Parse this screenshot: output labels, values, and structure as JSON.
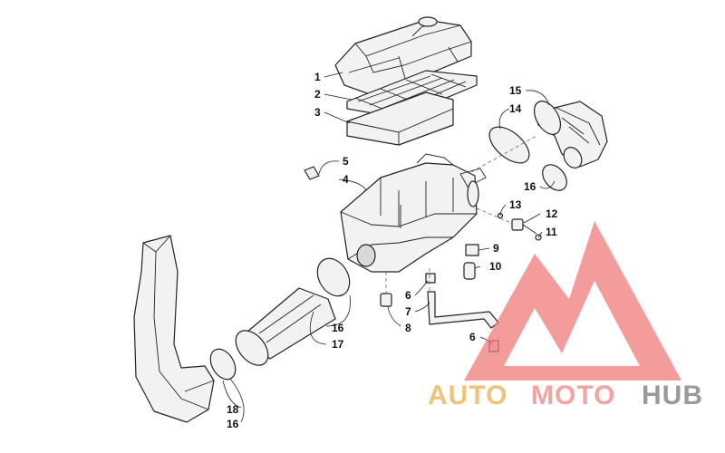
{
  "callouts": [
    {
      "id": "c1",
      "label": "1"
    },
    {
      "id": "c2",
      "label": "2"
    },
    {
      "id": "c3",
      "label": "3"
    },
    {
      "id": "c4",
      "label": "4"
    },
    {
      "id": "c5",
      "label": "5"
    },
    {
      "id": "c6a",
      "label": "6"
    },
    {
      "id": "c6b",
      "label": "6"
    },
    {
      "id": "c7",
      "label": "7"
    },
    {
      "id": "c8",
      "label": "8"
    },
    {
      "id": "c9",
      "label": "9"
    },
    {
      "id": "c10",
      "label": "10"
    },
    {
      "id": "c11",
      "label": "11"
    },
    {
      "id": "c12",
      "label": "12"
    },
    {
      "id": "c13",
      "label": "13"
    },
    {
      "id": "c14",
      "label": "14"
    },
    {
      "id": "c15",
      "label": "15"
    },
    {
      "id": "c16a",
      "label": "16"
    },
    {
      "id": "c16b",
      "label": "16"
    },
    {
      "id": "c16c",
      "label": "16"
    },
    {
      "id": "c17",
      "label": "17"
    },
    {
      "id": "c18",
      "label": "18"
    }
  ],
  "watermark": {
    "word_1": "AUTO",
    "word_2": "MOTO",
    "word_3": "HUB",
    "color_1": "#f2c27a",
    "color_2": "#f4a3a3",
    "color_3": "#9a9a9a",
    "logo_color": "#f07b7b"
  }
}
